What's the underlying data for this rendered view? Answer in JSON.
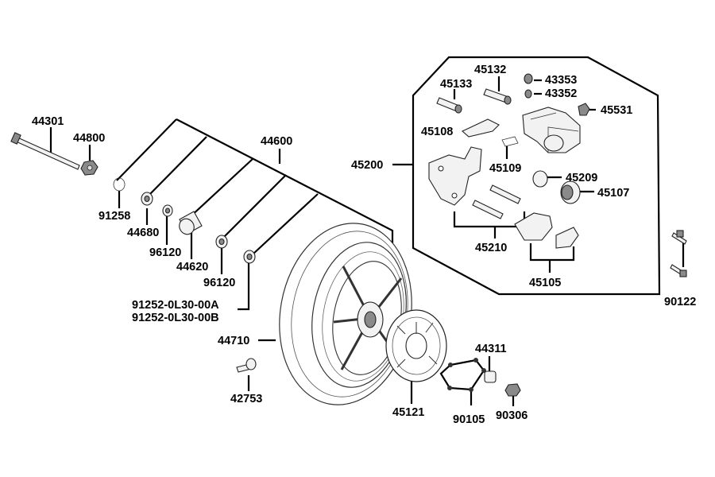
{
  "labels": {
    "p44301": "44301",
    "p44800": "44800",
    "p44600": "44600",
    "p91258": "91258",
    "p44680": "44680",
    "p96120a": "96120",
    "p44620": "44620",
    "p96120b": "96120",
    "p91252a": "91252-0L30-00A",
    "p91252b": "91252-0L30-00B",
    "p44710": "44710",
    "p42753": "42753",
    "p45121": "45121",
    "p90105": "90105",
    "p44311": "44311",
    "p90306": "90306",
    "p90122": "90122",
    "p45200": "45200",
    "p45132": "45132",
    "p45133": "45133",
    "p43353": "43353",
    "p43352": "43352",
    "p45531": "45531",
    "p45108": "45108",
    "p45109": "45109",
    "p45209": "45209",
    "p45107": "45107",
    "p45210": "45210",
    "p45105": "45105"
  }
}
